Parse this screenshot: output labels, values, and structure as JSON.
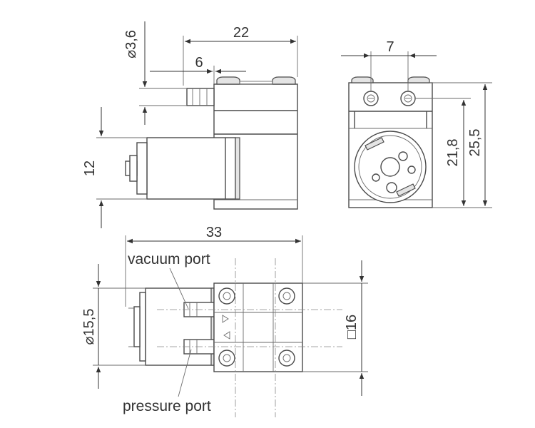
{
  "dimensions": {
    "d1": "⌀3,6",
    "d2": "22",
    "d3": "6",
    "d4": "12",
    "d5": "7",
    "d6": "21,8",
    "d7": "25,5",
    "d8": "33",
    "d9": "⌀15,5",
    "d10": "□16"
  },
  "labels": {
    "vacuum": "vacuum port",
    "pressure": "pressure port"
  }
}
